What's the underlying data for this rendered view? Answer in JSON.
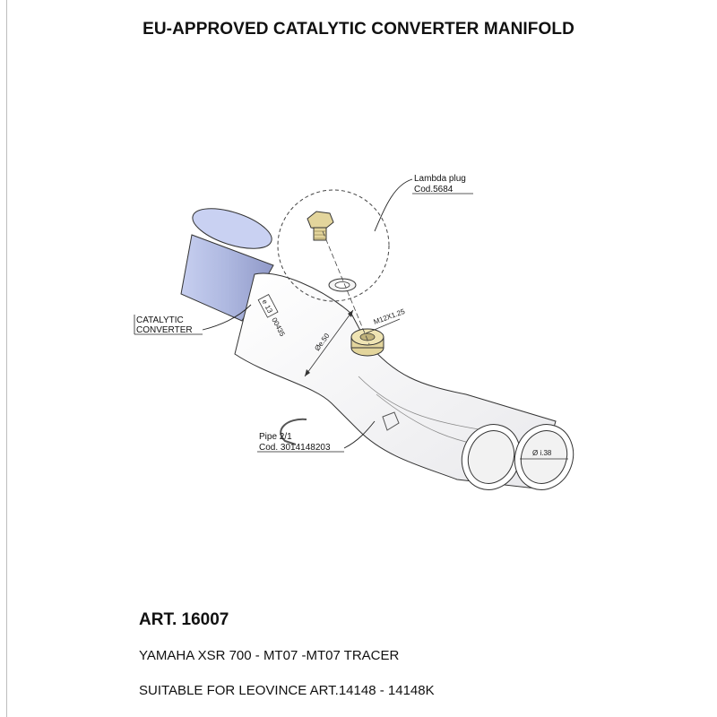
{
  "title": "EU-APPROVED CATALYTIC CONVERTER MANIFOLD",
  "callouts": {
    "lambda_plug": [
      "Lambda plug",
      "Cod.5684"
    ],
    "catalytic_converter": [
      "CATALYTIC",
      "CONVERTER"
    ],
    "pipe": [
      "Pipe 2/1",
      "Cod. 3014148203"
    ]
  },
  "dimensions": {
    "thread": "M12X1.25",
    "converter_diameter": "Øe.50",
    "outlet_diameter": "Ø i.38"
  },
  "approval_mark": {
    "e_mark": "e",
    "country": "13",
    "code": "00435"
  },
  "article": "ART. 16007",
  "models": "YAMAHA XSR 700 - MT07 -MT07 TRACER",
  "suitable": "SUITABLE FOR LEOVINCE ART.14148 - 14148K",
  "colors": {
    "converter": "#aeb8e0",
    "pipe": "#ffffff",
    "lambda_plug": "#e3d59c",
    "outline": "#333333"
  }
}
